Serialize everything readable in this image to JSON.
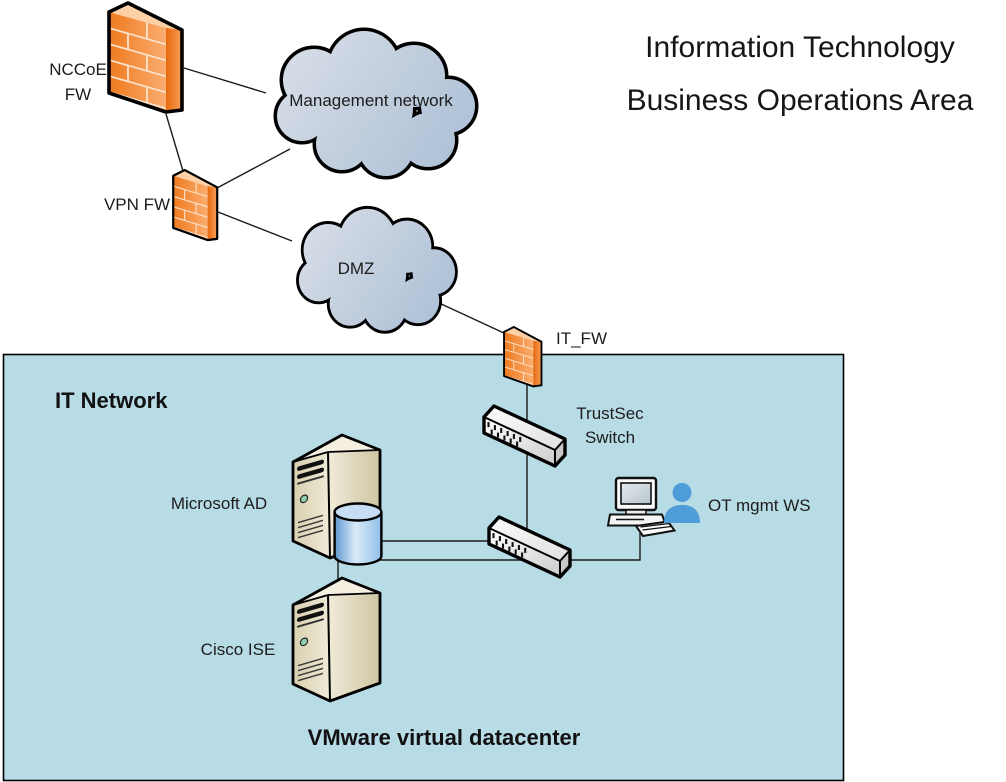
{
  "title": {
    "line1": "Information Technology",
    "line2": "Business Operations Area"
  },
  "zones": {
    "it_network": {
      "label": "IT Network"
    },
    "vmware": {
      "label": "VMware virtual datacenter"
    }
  },
  "nodes": {
    "nccoe_fw": {
      "type": "firewall",
      "label_line1": "NCCoE",
      "label_line2": "FW"
    },
    "mgmt_network": {
      "type": "cloud",
      "label": "Management network"
    },
    "vpn_fw": {
      "type": "firewall",
      "label": "VPN FW"
    },
    "dmz": {
      "type": "cloud",
      "label": "DMZ"
    },
    "it_fw": {
      "type": "firewall",
      "label": "IT_FW"
    },
    "trustsec_switch": {
      "type": "switch",
      "label_line1": "TrustSec",
      "label_line2": "Switch"
    },
    "microsoft_ad": {
      "type": "server-with-database",
      "label": "Microsoft AD"
    },
    "inner_switch": {
      "type": "switch",
      "label": ""
    },
    "ot_mgmt_ws": {
      "type": "workstation-with-user",
      "label": "OT mgmt WS"
    },
    "cisco_ise": {
      "type": "server",
      "label": "Cisco ISE"
    }
  },
  "connections": [
    "nccoe_fw - mgmt_network",
    "nccoe_fw - vpn_fw",
    "vpn_fw - mgmt_network",
    "vpn_fw - dmz",
    "dmz - it_fw",
    "it_fw - trustsec_switch - inner_switch",
    "microsoft_ad - inner_switch",
    "cisco_ise - inner_switch",
    "inner_switch - ot_mgmt_ws"
  ],
  "icons": [
    "firewall-icon",
    "cloud-icon",
    "switch-icon",
    "server-icon",
    "database-icon",
    "workstation-icon",
    "user-icon"
  ],
  "colors": {
    "firewall_orange": "#ED7218",
    "zone_fill_blue": "#B8DCE6",
    "cloud_fill_blue": "#B9CCDF",
    "server_tan": "#D9D0B0",
    "database_blue": "#8FBFE8",
    "user_blue": "#4E9CD8",
    "connector_black": "#1B1B1B"
  }
}
